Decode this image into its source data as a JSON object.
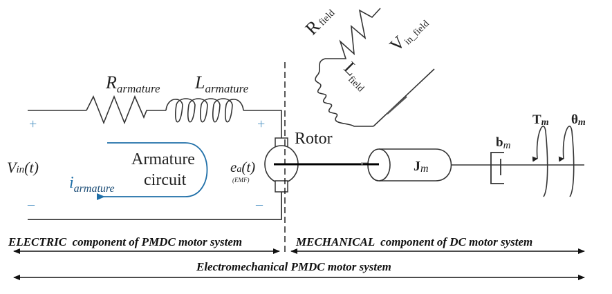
{
  "diagram": {
    "title": "Electromechanical PMDC motor system",
    "colors": {
      "wire": "#333333",
      "current_loop": "#1f6fa8",
      "polarity": "#5a9ac8",
      "text": "#111111"
    },
    "electric": {
      "resistor": {
        "symbol": "R",
        "subscript": "armature"
      },
      "inductor": {
        "symbol": "L",
        "subscript": "armature"
      },
      "source": {
        "symbol": "V",
        "subscript": "in",
        "suffix": "(t)"
      },
      "source_plus": "+",
      "source_minus": "–",
      "emf_plus": "+",
      "emf_minus": "–",
      "emf": {
        "symbol": "e",
        "subscript": "a",
        "suffix": "(t)",
        "note": "(EMF)"
      },
      "current": {
        "symbol": "i",
        "subscript": "armature"
      },
      "loop_label_line1": "Armature",
      "loop_label_line2": "circuit"
    },
    "field": {
      "resistor": {
        "symbol": "R",
        "subscript": "field"
      },
      "inductor": {
        "symbol": "L",
        "subscript": "field"
      },
      "source": {
        "symbol": "V",
        "subscript": "in_field"
      }
    },
    "mechanical": {
      "rotor_label": "Rotor",
      "inertia": {
        "symbol": "J",
        "subscript": "m"
      },
      "damping": {
        "symbol": "b",
        "subscript": "m"
      },
      "torque": {
        "symbol": "T",
        "subscript": "m"
      },
      "angle": {
        "symbol": "θ",
        "subscript": "m"
      }
    },
    "spans": {
      "electric_label": "ELECTRIC  component of PMDC motor system",
      "mechanical_label": "MECHANICAL  component of DC motor system",
      "system_label": "Electromechanical PMDC motor system"
    }
  }
}
